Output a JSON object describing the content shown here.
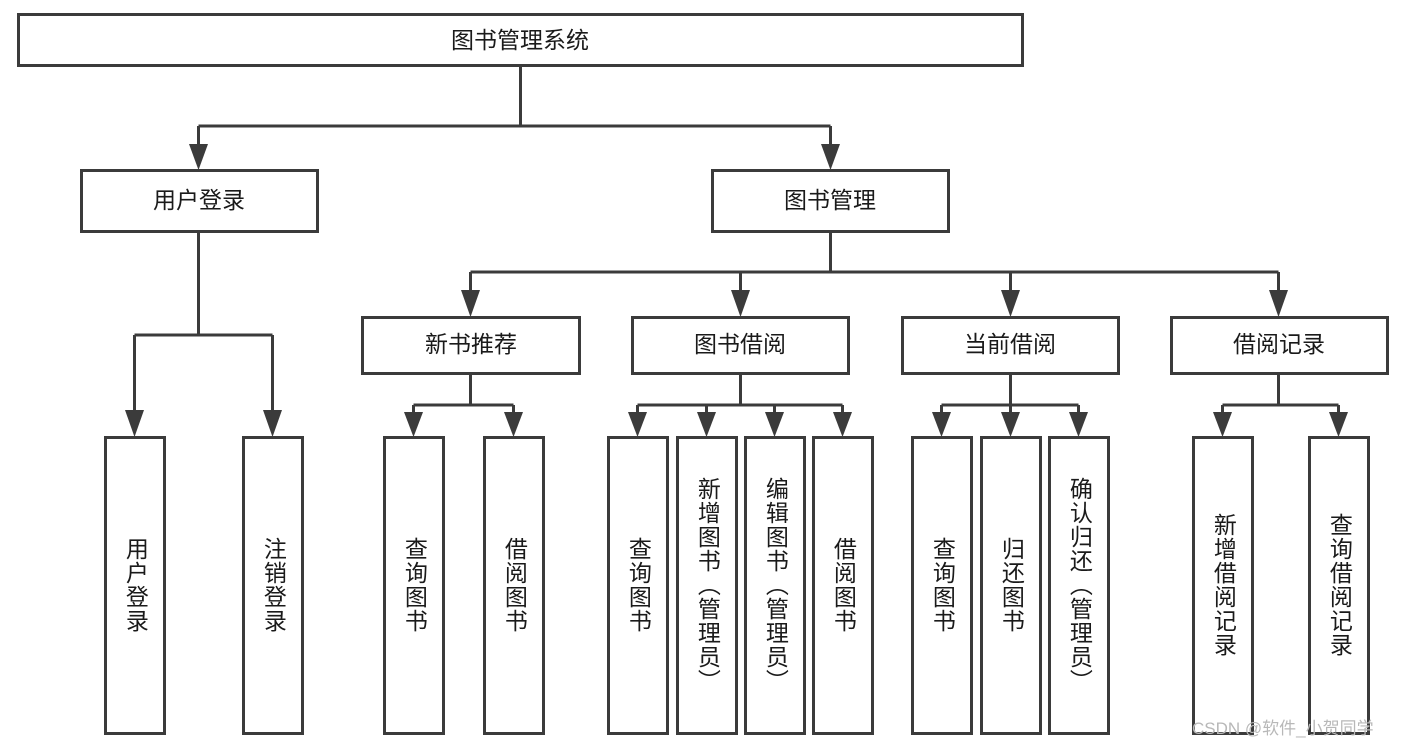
{
  "diagram": {
    "title": "图书管理系统",
    "type": "tree",
    "watermark": "CSDN @软件_小贺同学",
    "colors": {
      "box_stroke": "#3b3b3b",
      "box_fill": "#ffffff",
      "connector": "#3b3b3b",
      "text": "#1a1a1a",
      "watermark": "#b8b8b8",
      "background": "#ffffff"
    },
    "levels": {
      "root": {
        "label": "图书管理系统"
      },
      "level2": [
        {
          "id": "user-login",
          "label": "用户登录"
        },
        {
          "id": "book-management",
          "label": "图书管理"
        }
      ],
      "level3": [
        {
          "id": "new-book-recommend",
          "label": "新书推荐",
          "parent": "book-management"
        },
        {
          "id": "book-borrow",
          "label": "图书借阅",
          "parent": "book-management"
        },
        {
          "id": "current-borrow",
          "label": "当前借阅",
          "parent": "book-management"
        },
        {
          "id": "borrow-record",
          "label": "借阅记录",
          "parent": "book-management"
        }
      ],
      "leaves": [
        {
          "id": "leaf-user-login",
          "label": "用户登录",
          "parent": "user-login"
        },
        {
          "id": "leaf-logout-login",
          "label": "注销登录",
          "parent": "user-login"
        },
        {
          "id": "leaf-query-book-1",
          "label": "查询图书",
          "parent": "new-book-recommend"
        },
        {
          "id": "leaf-borrow-book-1",
          "label": "借阅图书",
          "parent": "new-book-recommend"
        },
        {
          "id": "leaf-query-book-2",
          "label": "查询图书",
          "parent": "book-borrow"
        },
        {
          "id": "leaf-add-book-admin",
          "label": "新增图书（管理员）",
          "parent": "book-borrow"
        },
        {
          "id": "leaf-edit-book-admin",
          "label": "编辑图书（管理员）",
          "parent": "book-borrow"
        },
        {
          "id": "leaf-borrow-book-2",
          "label": "借阅图书",
          "parent": "book-borrow"
        },
        {
          "id": "leaf-query-book-3",
          "label": "查询图书",
          "parent": "current-borrow"
        },
        {
          "id": "leaf-return-book",
          "label": "归还图书",
          "parent": "current-borrow"
        },
        {
          "id": "leaf-confirm-return-admin",
          "label": "确认归还（管理员）",
          "parent": "current-borrow"
        },
        {
          "id": "leaf-add-borrow-record",
          "label": "新增借阅记录",
          "parent": "borrow-record"
        },
        {
          "id": "leaf-query-borrow-record",
          "label": "查询借阅记录",
          "parent": "borrow-record"
        }
      ]
    }
  }
}
